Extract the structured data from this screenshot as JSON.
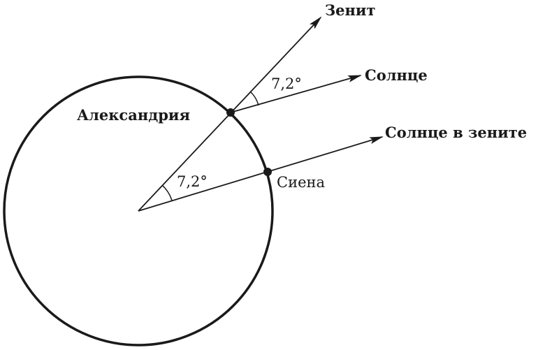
{
  "labels": {
    "zenith": "Зенит",
    "sun": "Солнце",
    "sun_at_zenith": "Солнце в зените",
    "alexandria": "Александрия",
    "syene": "Сиена",
    "angle_top": "7,2°",
    "angle_center": "7,2°"
  },
  "colors": {
    "ink": "#1a1a1a",
    "background": "#ffffff"
  }
}
